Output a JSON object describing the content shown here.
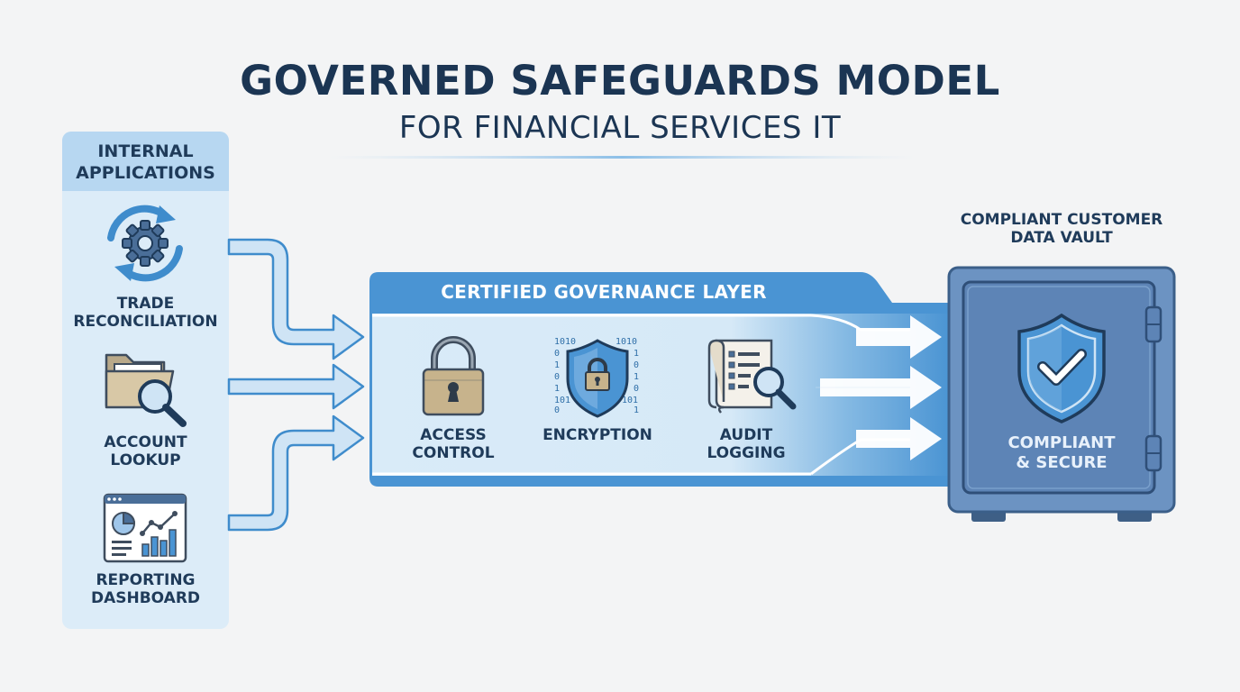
{
  "title": "GOVERNED SAFEGUARDS MODEL",
  "subtitle": "FOR FINANCIAL SERVICES IT",
  "left_panel": {
    "title": "INTERNAL\nAPPLICATIONS",
    "items": [
      {
        "label": "TRADE\nRECONCILIATION",
        "icon": "gear-sync-icon"
      },
      {
        "label": "ACCOUNT\nLOOKUP",
        "icon": "folder-search-icon"
      },
      {
        "label": "REPORTING\nDASHBOARD",
        "icon": "dashboard-chart-icon"
      }
    ]
  },
  "governance_layer": {
    "title": "CERTIFIED GOVERNANCE LAYER",
    "items": [
      {
        "label": "ACCESS\nCONTROL",
        "icon": "padlock-icon"
      },
      {
        "label": "ENCRYPTION",
        "icon": "shield-lock-binary-icon"
      },
      {
        "label": "AUDIT\nLOGGING",
        "icon": "document-search-icon"
      }
    ],
    "binary_text": "1010"
  },
  "vault": {
    "title": "COMPLIANT CUSTOMER\nDATA VAULT",
    "label": "COMPLIANT\n& SECURE",
    "icon": "shield-check-icon"
  },
  "colors": {
    "title": "#1b3553",
    "panel_bg": "#dcecf8",
    "panel_header": "#b7d7f1",
    "arrow_fill": "#cfe4f5",
    "arrow_stroke": "#3f8ccc",
    "layer_blue": "#4a94d3",
    "vault_outer": "#6c93c2",
    "vault_inner": "#5d84b6",
    "background": "#f3f4f5"
  }
}
